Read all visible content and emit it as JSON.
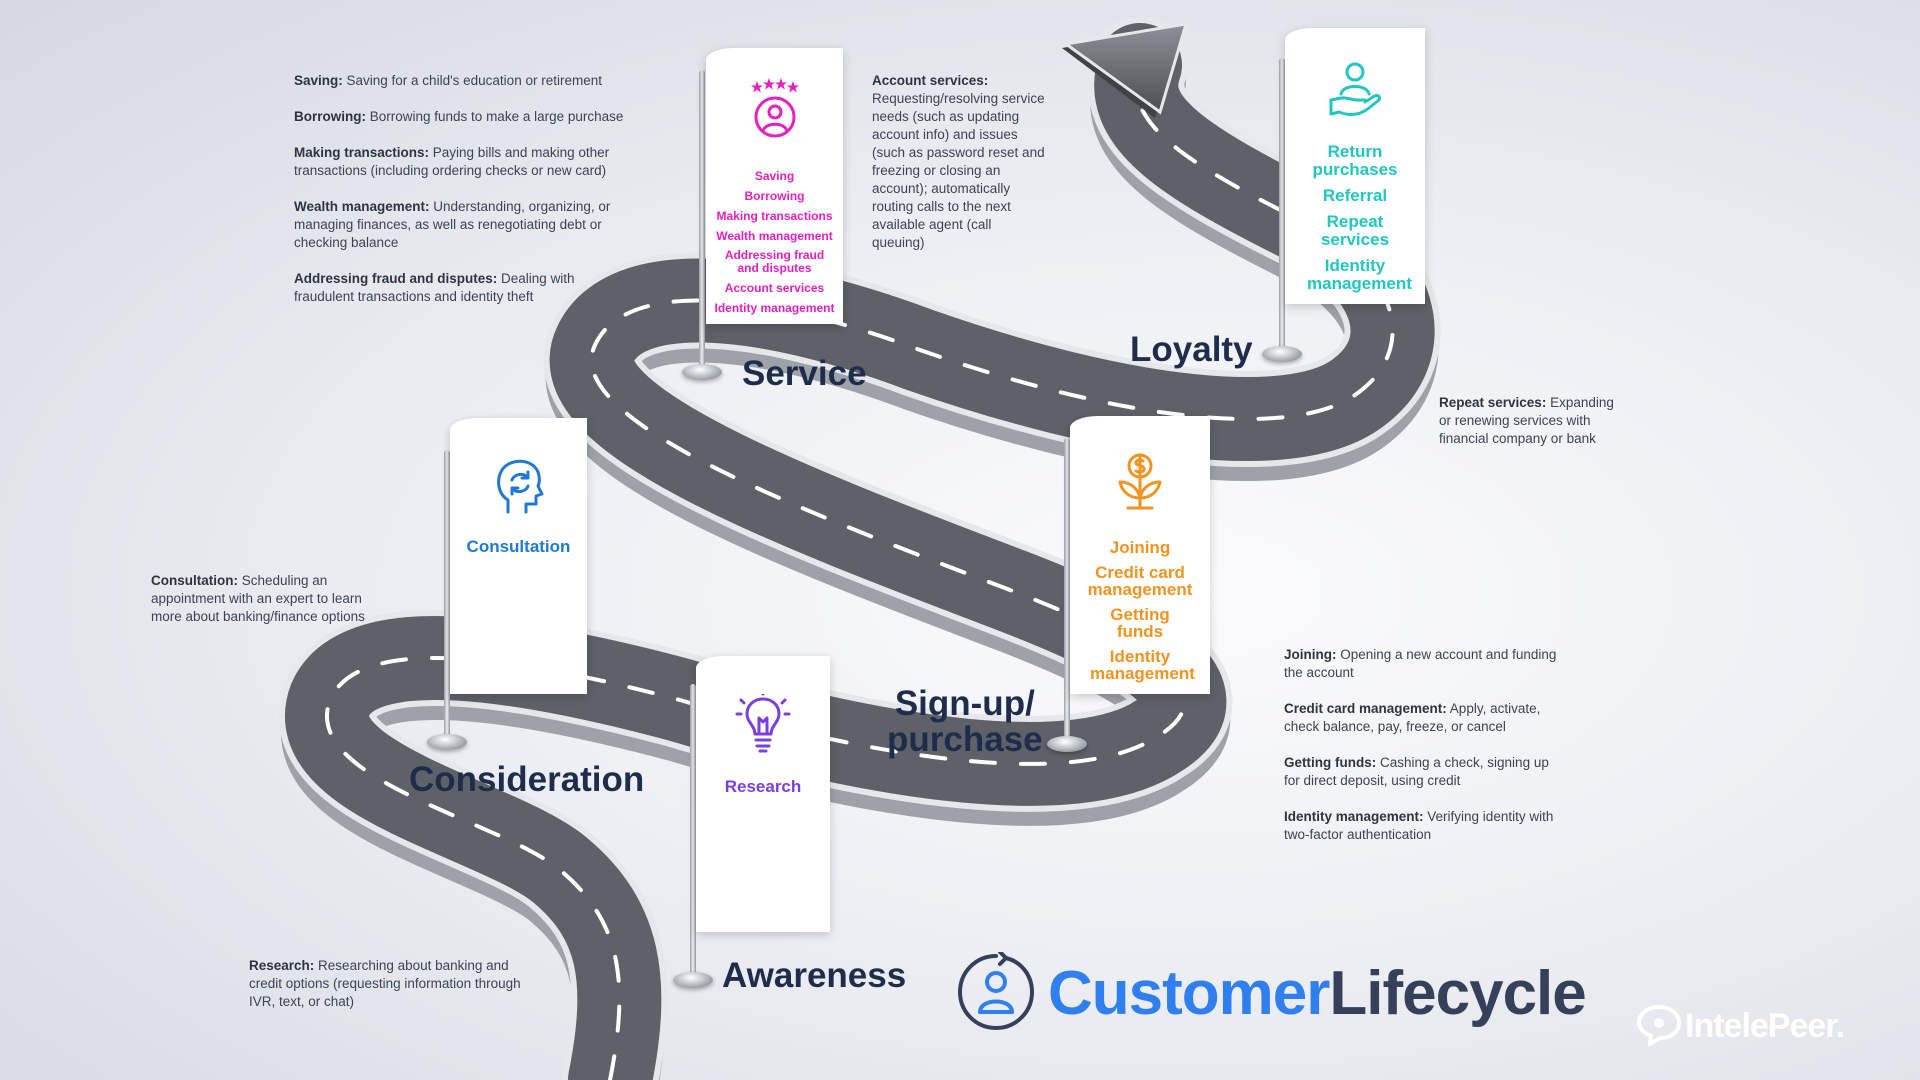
{
  "colors": {
    "service": "#e81fbf",
    "loyalty": "#1fc7c0",
    "signup": "#f2931f",
    "consultation": "#1f78d6",
    "research": "#7b3fe0",
    "title_blue": "#2f80ee",
    "title_dark": "#35405a",
    "stage_text": "#1f2d4d"
  },
  "stages": {
    "awareness": "Awareness",
    "consideration": "Consideration",
    "service": "Service",
    "loyalty": "Loyalty",
    "signup_line1": "Sign-up/",
    "signup_line2": "purchase"
  },
  "flags": {
    "service": {
      "icon": "person-stars-icon",
      "items": [
        "Saving",
        "Borrowing",
        "Making transactions",
        "Wealth management",
        "Addressing fraud and disputes",
        "Account services",
        "Identity management"
      ]
    },
    "loyalty": {
      "icon": "hand-person-icon",
      "items": [
        "Return purchases",
        "Referral",
        "Repeat services",
        "Identity management"
      ]
    },
    "signup": {
      "icon": "money-plant-icon",
      "items": [
        "Joining",
        "Credit card management",
        "Getting funds",
        "Identity management"
      ]
    },
    "consultation": {
      "icon": "head-cycle-icon",
      "label": "Consultation"
    },
    "research": {
      "icon": "lightbulb-icon",
      "label": "Research"
    }
  },
  "descriptions": {
    "service_left": [
      {
        "term": "Saving:",
        "text": " Saving for a child's education or retirement"
      },
      {
        "term": "Borrowing:",
        "text": " Borrowing funds to make a large purchase"
      },
      {
        "term": "Making transactions:",
        "text": " Paying bills and making other transactions (including ordering checks or new card)"
      },
      {
        "term": "Wealth management:",
        "text": " Understanding, organizing, or managing finances, as well as renegotiating debt or checking balance"
      },
      {
        "term": "Addressing fraud and disputes:",
        "text": " Dealing with fraudulent transactions and identity theft"
      }
    ],
    "account_services": [
      {
        "term": "Account services:",
        "text": " Requesting/resolving service needs (such as updating account info) and issues (such as password reset and freezing or closing an account); automatically routing calls to the next available agent (call queuing)"
      }
    ],
    "repeat_services": [
      {
        "term": "Repeat services:",
        "text": " Expanding or renewing services with financial company or bank"
      }
    ],
    "signup_right": [
      {
        "term": "Joining:",
        "text": " Opening a new account and funding the account"
      },
      {
        "term": "Credit card management:",
        "text": " Apply, activate, check balance, pay, freeze, or cancel"
      },
      {
        "term": "Getting funds:",
        "text": " Cashing a check, signing up for direct deposit, using credit"
      },
      {
        "term": "Identity management:",
        "text": " Verifying identity with two-factor authentication"
      }
    ],
    "consultation": [
      {
        "term": "Consultation:",
        "text": " Scheduling an appointment with an expert to learn more about banking/finance options"
      }
    ],
    "research": [
      {
        "term": "Research:",
        "text": " Researching about banking and credit options (requesting information through IVR, text, or chat)"
      }
    ]
  },
  "title": {
    "part1": "Customer",
    "part2": "Lifecycle",
    "icon": "customer-cycle-icon"
  },
  "brand": {
    "name": "IntelePeer.",
    "icon": "intelepeer-logo-icon"
  }
}
